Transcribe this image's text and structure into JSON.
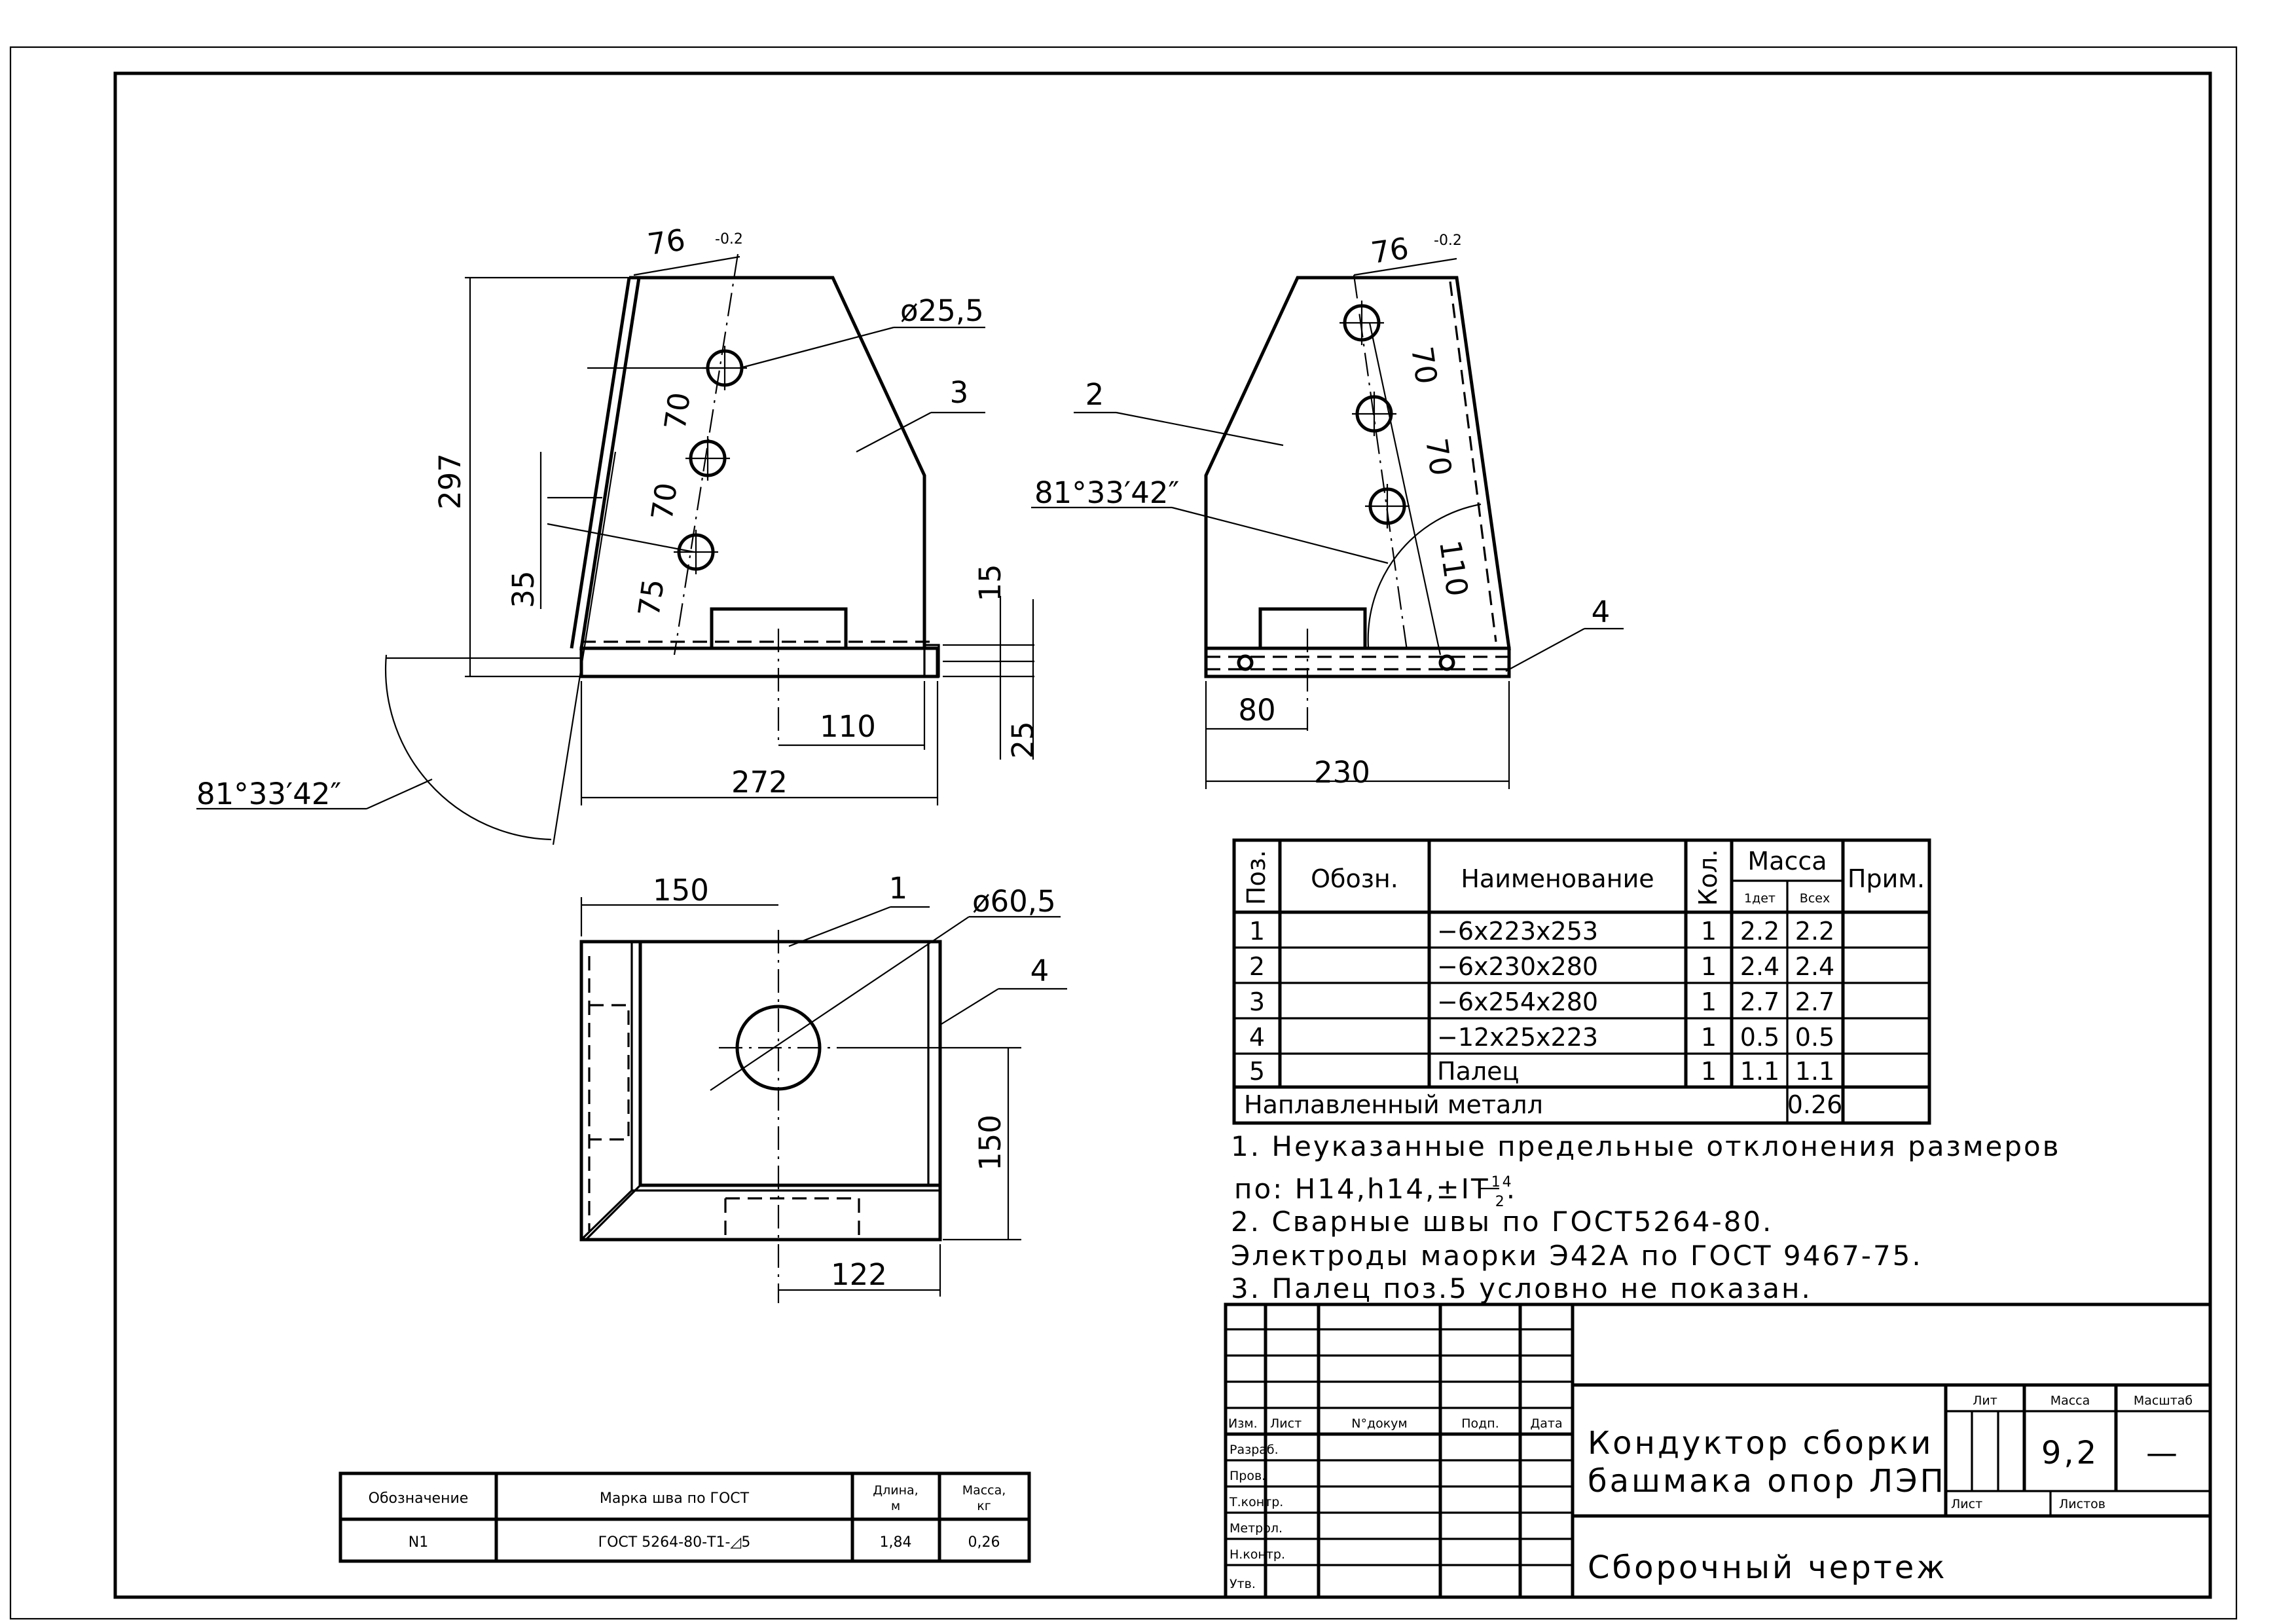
{
  "dimensions": {
    "front": {
      "top_width": "76",
      "tolerance": "-0.2",
      "height": "297",
      "hole_diameter": "ø25,5",
      "pitch_1": "70",
      "pitch_2": "70",
      "offset_bottom": "75",
      "slot": "35",
      "width": "272",
      "slot_width": "110",
      "plate_t1": "15",
      "plate_t2": "25",
      "angle": "81°33′42″"
    },
    "side": {
      "top_width": "76",
      "tolerance": "-0.2",
      "pitch_1": "70",
      "pitch_2": "70",
      "offset": "110",
      "angle": "81°33′42″",
      "pin_offset": "80",
      "width": "230"
    },
    "plan": {
      "width": "150",
      "hole_diameter": "ø60,5",
      "depth": "150",
      "offset": "122"
    }
  },
  "position_labels": {
    "p1": "1",
    "p2": "2",
    "p3": "3",
    "p4_side": "4",
    "p4_plan": "4"
  },
  "bom": {
    "headers": {
      "pos": "Поз.",
      "designation": "Обозн.",
      "name": "Наименование",
      "qty": "Кол.",
      "mass": "Масса",
      "mass_one": "1дет",
      "mass_all": "Всех",
      "note": "Прим."
    },
    "rows": [
      {
        "pos": "1",
        "designation": "",
        "name": "−6x223x253",
        "qty": "1",
        "mass_one": "2.2",
        "mass_all": "2.2",
        "note": ""
      },
      {
        "pos": "2",
        "designation": "",
        "name": "−6x230x280",
        "qty": "1",
        "mass_one": "2.4",
        "mass_all": "2.4",
        "note": ""
      },
      {
        "pos": "3",
        "designation": "",
        "name": "−6x254x280",
        "qty": "1",
        "mass_one": "2.7",
        "mass_all": "2.7",
        "note": ""
      },
      {
        "pos": "4",
        "designation": "",
        "name": "−12x25x223",
        "qty": "1",
        "mass_one": "0.5",
        "mass_all": "0.5",
        "note": ""
      },
      {
        "pos": "5",
        "designation": "",
        "name": "Палец",
        "qty": "1",
        "mass_one": "1.1",
        "mass_all": "1.1",
        "note": ""
      }
    ],
    "weld_metal_label": "Наплавленный металл",
    "weld_metal_mass": "0.26"
  },
  "notes": {
    "n1": "1. Неуказанные предельные отклонения размеров",
    "n1b_prefix": "по: H14,h14,±IT",
    "n1b_num": "14",
    "n1b_den": "2",
    "n1b_suffix": ".",
    "n2": "2. Сварные швы по ГОСТ5264-80.",
    "n2b": "Электроды маорки Э42А по ГОСТ 9467-75.",
    "n3": "3. Палец поз.5 условно не показан."
  },
  "weld_table": {
    "headers": {
      "designation": "Обозначение",
      "mark": "Марка шва по ГОСТ",
      "length": "Длина,",
      "length_unit": "м",
      "mass": "Масса,",
      "mass_unit": "кг"
    },
    "row": {
      "designation": "N1",
      "mark": "ГОСТ 5264-80-Т1-◿5",
      "length": "1,84",
      "mass": "0,26"
    }
  },
  "title_block": {
    "labels": {
      "izm": "Изм.",
      "list": "Лист",
      "doc": "N°докум",
      "sign": "Подп.",
      "date": "Дата",
      "razrab": "Разраб.",
      "prov": "Пров.",
      "tkontr": "Т.контр.",
      "metrol": "Метрол.",
      "nkontr": "Н.контр.",
      "utv": "Утв.",
      "lit": "Лит",
      "massa": "Масса",
      "masshtab": "Масштаб",
      "sheet": "Лист",
      "sheets": "Листов"
    },
    "title_line1": "Кондуктор сборки",
    "title_line2": "башмака опор ЛЭП",
    "mass": "9,2",
    "scale": "—",
    "doc_type": "Сборочный чертеж"
  }
}
